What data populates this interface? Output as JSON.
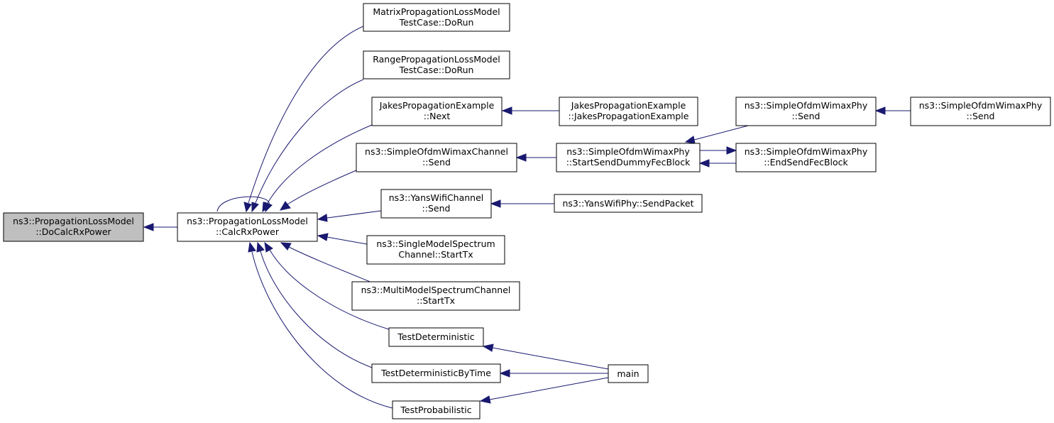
{
  "colors": {
    "edge": "#191970",
    "root_fill": "#bfbfbf",
    "node_fill": "#ffffff",
    "border": "#000000"
  },
  "nodes": {
    "do_calc_rx_power": {
      "lines": [
        "ns3::PropagationLossModel",
        "::DoCalcRxPower"
      ]
    },
    "calc_rx_power": {
      "lines": [
        "ns3::PropagationLossModel",
        "::CalcRxPower"
      ]
    },
    "matrix_testcase": {
      "lines": [
        "MatrixPropagationLossModel",
        "TestCase::DoRun"
      ]
    },
    "range_testcase": {
      "lines": [
        "RangePropagationLossModel",
        "TestCase::DoRun"
      ]
    },
    "jakes_next": {
      "lines": [
        "JakesPropagationExample",
        "::Next"
      ]
    },
    "jakes_ctor": {
      "lines": [
        "JakesPropagationExample",
        "::JakesPropagationExample"
      ]
    },
    "wimax_channel_send": {
      "lines": [
        "ns3::SimpleOfdmWimaxChannel",
        "::Send"
      ]
    },
    "wimax_start_dummy": {
      "lines": [
        "ns3::SimpleOfdmWimaxPhy",
        "::StartSendDummyFecBlock"
      ]
    },
    "wimax_phy_send": {
      "lines": [
        "ns3::SimpleOfdmWimaxPhy",
        "::Send"
      ]
    },
    "wimax_phy_send2": {
      "lines": [
        "ns3::SimpleOfdmWimaxPhy",
        "::Send"
      ]
    },
    "wimax_end_send": {
      "lines": [
        "ns3::SimpleOfdmWimaxPhy",
        "::EndSendFecBlock"
      ]
    },
    "yans_channel_send": {
      "lines": [
        "ns3::YansWifiChannel",
        "::Send"
      ]
    },
    "yans_send_packet": {
      "lines": [
        "ns3::YansWifiPhy::SendPacket"
      ]
    },
    "single_model_spectrum": {
      "lines": [
        "ns3::SingleModelSpectrum",
        "Channel::StartTx"
      ]
    },
    "multi_model_spectrum": {
      "lines": [
        "ns3::MultiModelSpectrumChannel",
        "::StartTx"
      ]
    },
    "test_deterministic": {
      "lines": [
        "TestDeterministic"
      ]
    },
    "test_det_by_time": {
      "lines": [
        "TestDeterministicByTime"
      ]
    },
    "test_probabilistic": {
      "lines": [
        "TestProbabilistic"
      ]
    },
    "main": {
      "lines": [
        "main"
      ]
    }
  }
}
